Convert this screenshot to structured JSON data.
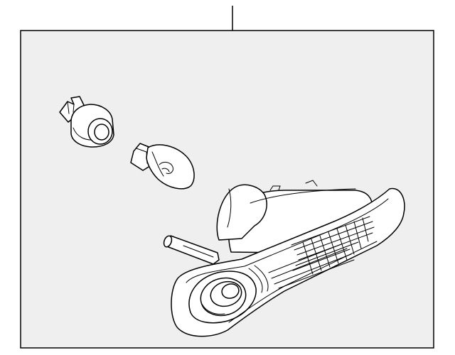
{
  "diagram": {
    "panel_fill": "#efefef",
    "line_color": "#000000",
    "background": "#ffffff",
    "parts": [
      {
        "name": "socket",
        "label": ""
      },
      {
        "name": "bulb",
        "label": ""
      },
      {
        "name": "signal-lamp-assembly",
        "label": ""
      }
    ]
  }
}
